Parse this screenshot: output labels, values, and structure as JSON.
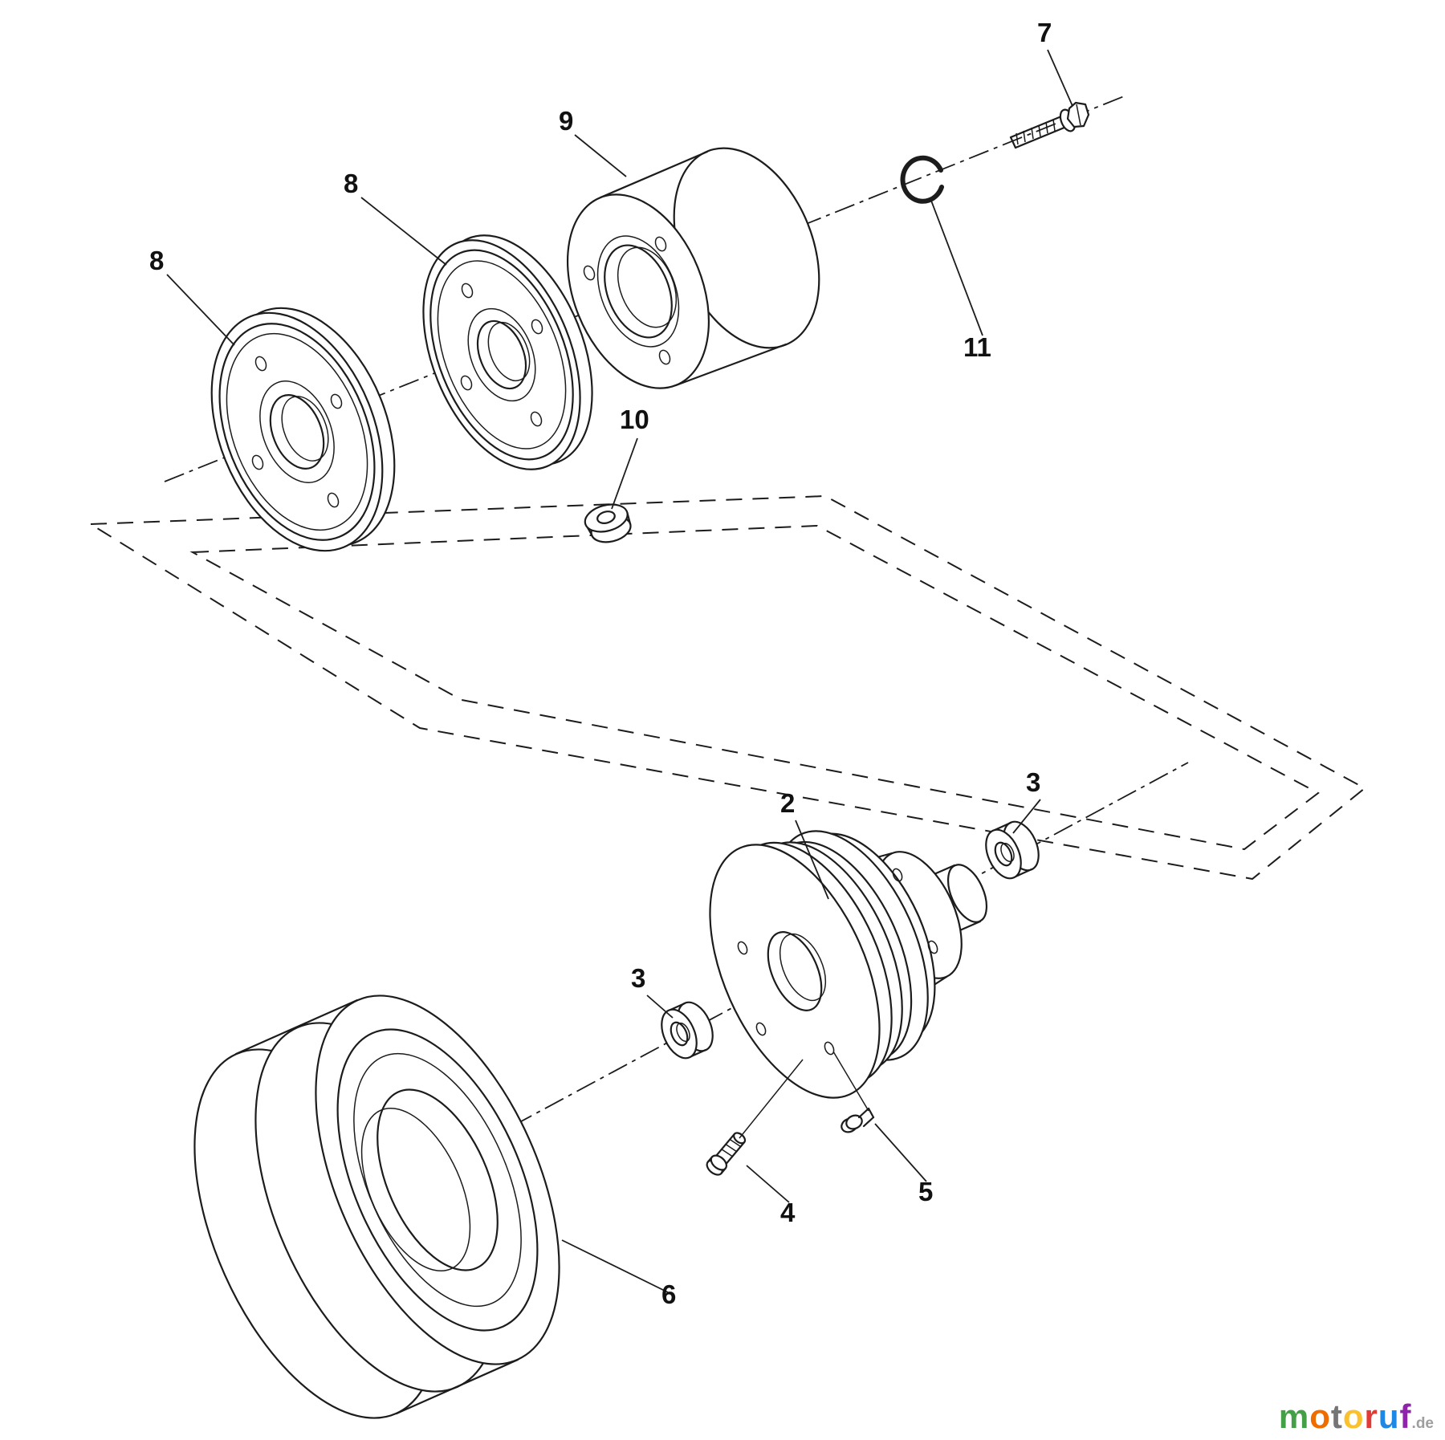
{
  "diagram": {
    "background": "#ffffff",
    "line_color": "#1c1c1c",
    "callouts": [
      {
        "number": "7",
        "part": "hex-bolt"
      },
      {
        "number": "9",
        "part": "drum-hub"
      },
      {
        "number": "8",
        "part": "pulley-middle"
      },
      {
        "number": "8",
        "part": "pulley-left"
      },
      {
        "number": "11",
        "part": "e-ring"
      },
      {
        "number": "10",
        "part": "spacer-bushing"
      },
      {
        "number": "2",
        "part": "wheel-hub-pulley"
      },
      {
        "number": "3",
        "part": "flange-nut-right"
      },
      {
        "number": "3",
        "part": "flange-nut-left"
      },
      {
        "number": "4",
        "part": "valve-stem"
      },
      {
        "number": "5",
        "part": "screw"
      },
      {
        "number": "6",
        "part": "tire"
      }
    ]
  },
  "logo": {
    "word": "motoruf",
    "letters": [
      {
        "char": "m",
        "color": "#43a047"
      },
      {
        "char": "o",
        "color": "#ef6c00"
      },
      {
        "char": "t",
        "color": "#757575"
      },
      {
        "char": "o",
        "color": "#fbc02d"
      },
      {
        "char": "r",
        "color": "#e53935"
      },
      {
        "char": "u",
        "color": "#1e88e5"
      },
      {
        "char": "f",
        "color": "#8e24aa"
      }
    ],
    "suffix": ".de",
    "suffix_color": "#9e9e9e"
  }
}
